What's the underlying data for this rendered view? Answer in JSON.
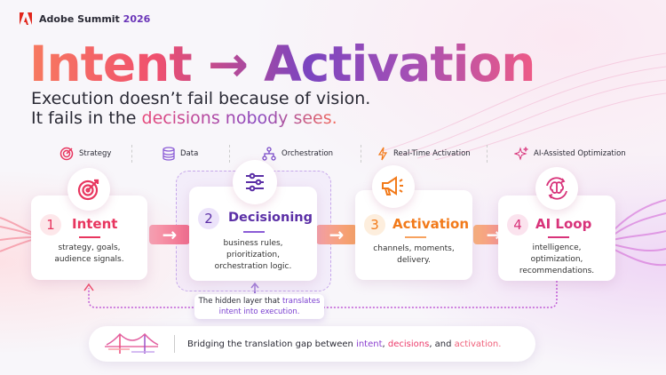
{
  "brand": {
    "name": "Adobe Summit",
    "year": "2026"
  },
  "title": {
    "left": "Intent",
    "arrow": "→",
    "right": "Activation"
  },
  "subtitle": {
    "line1": "Execution doesn’t fail because of vision.",
    "line2_prefix": "It fails in the ",
    "line2_highlight": "decisions nobody sees."
  },
  "categories": [
    {
      "label": "Strategy",
      "icon": "target-icon"
    },
    {
      "label": "Data",
      "icon": "database-icon"
    },
    {
      "label": "Orchestration",
      "icon": "flow-icon"
    },
    {
      "label": "Real-Time Activation",
      "icon": "lightning-icon"
    },
    {
      "label": "AI-Assisted Optimization",
      "icon": "sparkles-icon"
    }
  ],
  "steps": [
    {
      "num": "1",
      "title": "Intent",
      "desc": [
        "strategy, goals,",
        "audience signals."
      ],
      "color": "#e8365f"
    },
    {
      "num": "2",
      "title": "Decisioning",
      "desc": [
        "business rules,",
        "prioritization,",
        "orchestration logic."
      ],
      "color": "#5b2fa6"
    },
    {
      "num": "3",
      "title": "Activation",
      "desc": [
        "channels, moments,",
        "delivery."
      ],
      "color": "#f27a1a"
    },
    {
      "num": "4",
      "title": "AI Loop",
      "desc": [
        "intelligence,",
        "optimization,",
        "recommendations."
      ],
      "color": "#d8337a"
    }
  ],
  "callout": {
    "prefix": "The hidden layer that ",
    "highlight1": "translates",
    "line2": "intent into execution."
  },
  "bottom": {
    "prefix": "Bridging the translation gap between ",
    "w1": "intent",
    "sep1": ", ",
    "w2": "decisions",
    "sep2": ", and ",
    "w3": "activation."
  }
}
